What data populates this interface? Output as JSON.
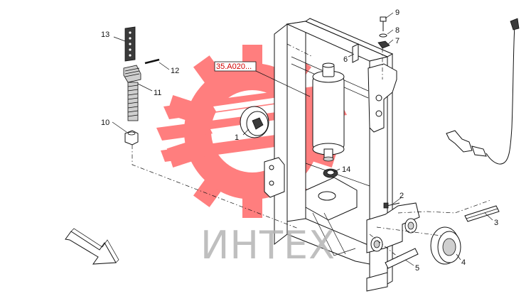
{
  "diagram": {
    "reference_label": "35.A020...",
    "watermark_text": "ИНТЕХ",
    "callouts": [
      {
        "id": "1",
        "text": "1"
      },
      {
        "id": "2",
        "text": "2"
      },
      {
        "id": "3",
        "text": "3"
      },
      {
        "id": "4",
        "text": "4"
      },
      {
        "id": "5",
        "text": "5"
      },
      {
        "id": "6",
        "text": "6"
      },
      {
        "id": "7",
        "text": "7"
      },
      {
        "id": "8",
        "text": "8"
      },
      {
        "id": "9",
        "text": "9"
      },
      {
        "id": "10",
        "text": "10"
      },
      {
        "id": "11",
        "text": "11"
      },
      {
        "id": "12",
        "text": "12"
      },
      {
        "id": "13",
        "text": "13"
      },
      {
        "id": "14",
        "text": "14"
      }
    ],
    "colors": {
      "watermark_gear": "#ff4d4d",
      "watermark_text": "#b5b5b5",
      "reference_label": "#d00000",
      "line": "#111111"
    },
    "icons": {
      "direction_arrow": "arrow-right-down-icon",
      "logo": "gear-logo-watermark"
    }
  }
}
